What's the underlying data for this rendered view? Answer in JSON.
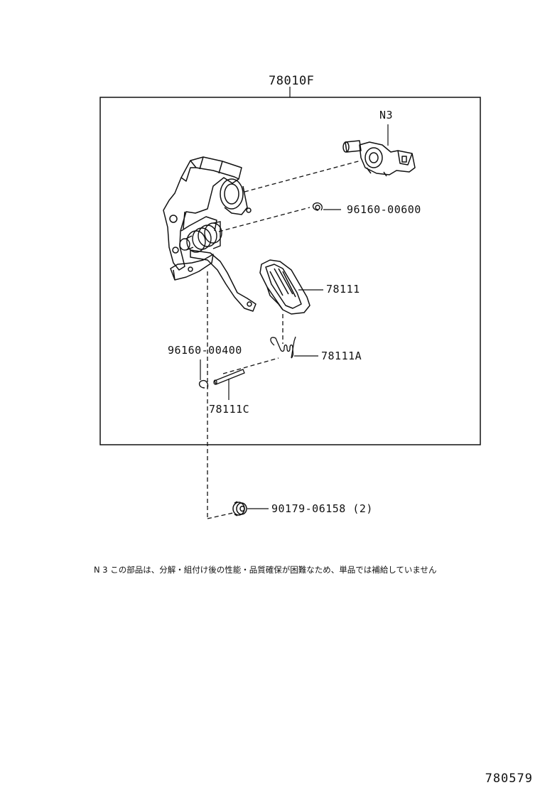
{
  "assembly": {
    "part_no": "78010F"
  },
  "parts": [
    {
      "id": "sensor",
      "part_no": "N3"
    },
    {
      "id": "clip-upper",
      "part_no": "96160-00600"
    },
    {
      "id": "pedal-pad",
      "part_no": "78111"
    },
    {
      "id": "return-spring",
      "part_no": "78111A"
    },
    {
      "id": "clip-lower",
      "part_no": "96160-00400"
    },
    {
      "id": "pin",
      "part_no": "78111C"
    },
    {
      "id": "nut",
      "part_no": "90179-06158 (2)"
    }
  ],
  "note": "N 3 この部品は、分解・組付け後の性能・品質確保が困難なため、単品では補給していません",
  "illustration_no": "780579"
}
